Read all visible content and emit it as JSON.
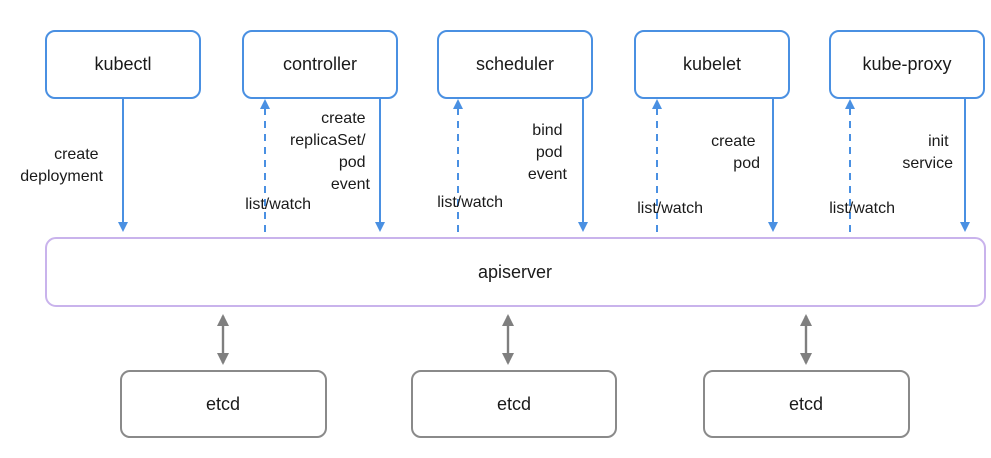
{
  "components": [
    {
      "id": "kubectl",
      "label": "kubectl",
      "arrow_label": [
        "create",
        "deployment"
      ],
      "watch_label": null
    },
    {
      "id": "controller",
      "label": "controller",
      "arrow_label": [
        "create",
        "replicaSet/",
        "pod",
        "event"
      ],
      "watch_label": "list/watch"
    },
    {
      "id": "scheduler",
      "label": "scheduler",
      "arrow_label": [
        "bind",
        "pod",
        "event"
      ],
      "watch_label": "list/watch"
    },
    {
      "id": "kubelet",
      "label": "kubelet",
      "arrow_label": [
        "create",
        "pod"
      ],
      "watch_label": "list/watch"
    },
    {
      "id": "kube-proxy",
      "label": "kube-proxy",
      "arrow_label": [
        "init",
        "service"
      ],
      "watch_label": "list/watch"
    }
  ],
  "apiserver": {
    "label": "apiserver"
  },
  "etcd_nodes": [
    {
      "label": "etcd"
    },
    {
      "label": "etcd"
    },
    {
      "label": "etcd"
    }
  ],
  "colors": {
    "component_border": "#4a90e2",
    "arrow": "#4a90e2",
    "apiserver_border": "#c9b3ec",
    "etcd_border": "#8a8a8a",
    "etcd_link": "#7f7f7f"
  }
}
